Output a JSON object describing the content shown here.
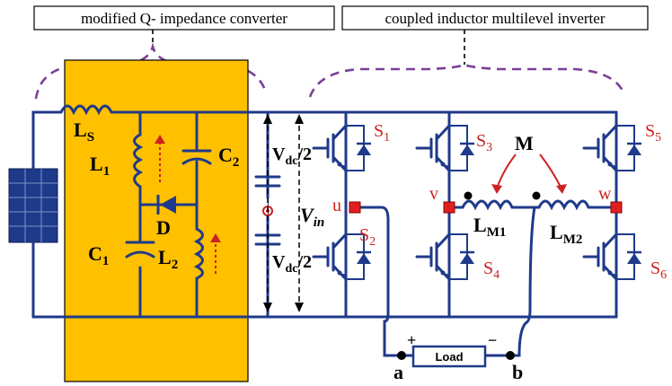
{
  "boxes": {
    "left_title": "modified Q- impedance converter",
    "right_title": "coupled inductor multilevel inverter"
  },
  "components": {
    "ls": "L",
    "ls_sub": "S",
    "l1": "L",
    "l1_sub": "1",
    "c2": "C",
    "c2_sub": "2",
    "d": "D",
    "c1": "C",
    "c1_sub": "1",
    "l2": "L",
    "l2_sub": "2",
    "vdc_top": "V",
    "vdc_top_sub": "dc",
    "vdc_top_tail": "/2",
    "vdc_bot": "V",
    "vdc_bot_sub": "dc",
    "vdc_bot_tail": "/2",
    "vin": "V",
    "vin_sub": "in"
  },
  "switches": {
    "s1": "S",
    "s1_sub": "1",
    "s2": "S",
    "s2_sub": "2",
    "s3": "S",
    "s3_sub": "3",
    "s4": "S",
    "s4_sub": "4",
    "s5": "S",
    "s5_sub": "5",
    "s6": "S",
    "s6_sub": "6"
  },
  "nodes": {
    "u": "u",
    "v": "v",
    "w": "w",
    "a": "a",
    "b": "b"
  },
  "coupling": {
    "m": "M",
    "lm1": "L",
    "lm1_sub": "M1",
    "lm2": "L",
    "lm2_sub": "M2"
  },
  "load": {
    "label": "Load",
    "plus": "+",
    "minus": "−"
  },
  "colors": {
    "converter_fill": "#ffc000",
    "wire": "#1f3a8a",
    "accent_red": "#cc2222",
    "brace_purple": "#7b3f98",
    "pv_panel": "#1e3a8a"
  }
}
